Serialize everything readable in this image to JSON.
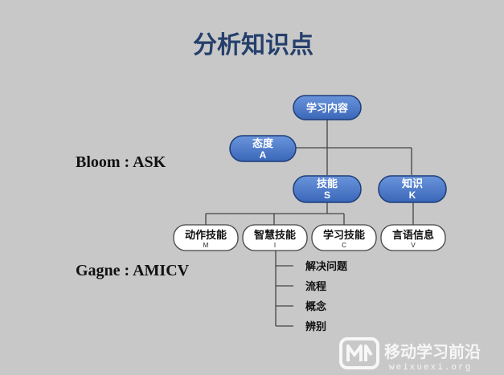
{
  "title": "分析知识点",
  "labels": {
    "bloom": "Bloom : ASK",
    "gagne": "Gagne : AMICV"
  },
  "nodes": {
    "root": {
      "text": "学习内容"
    },
    "attitude": {
      "text": "态度",
      "sub": "A"
    },
    "skill": {
      "text": "技能",
      "sub": "S"
    },
    "knowledge": {
      "text": "知识",
      "sub": "K"
    },
    "motor": {
      "text": "动作技能",
      "sub": "M"
    },
    "intellect": {
      "text": "智慧技能",
      "sub": "I"
    },
    "cognitive": {
      "text": "学习技能",
      "sub": "C"
    },
    "verbal": {
      "text": "言语信息",
      "sub": "V"
    }
  },
  "leaves": [
    "解决问题",
    "流程",
    "概念",
    "辨别"
  ],
  "watermark": {
    "brand": "移动学习前沿",
    "url": "weixuexi.org"
  },
  "colors": {
    "background": "#c8c8c8",
    "title": "#243f6b",
    "node_fill": "#4a78c8",
    "node_stroke": "#1e3d78",
    "white_node_stroke": "#444444"
  }
}
